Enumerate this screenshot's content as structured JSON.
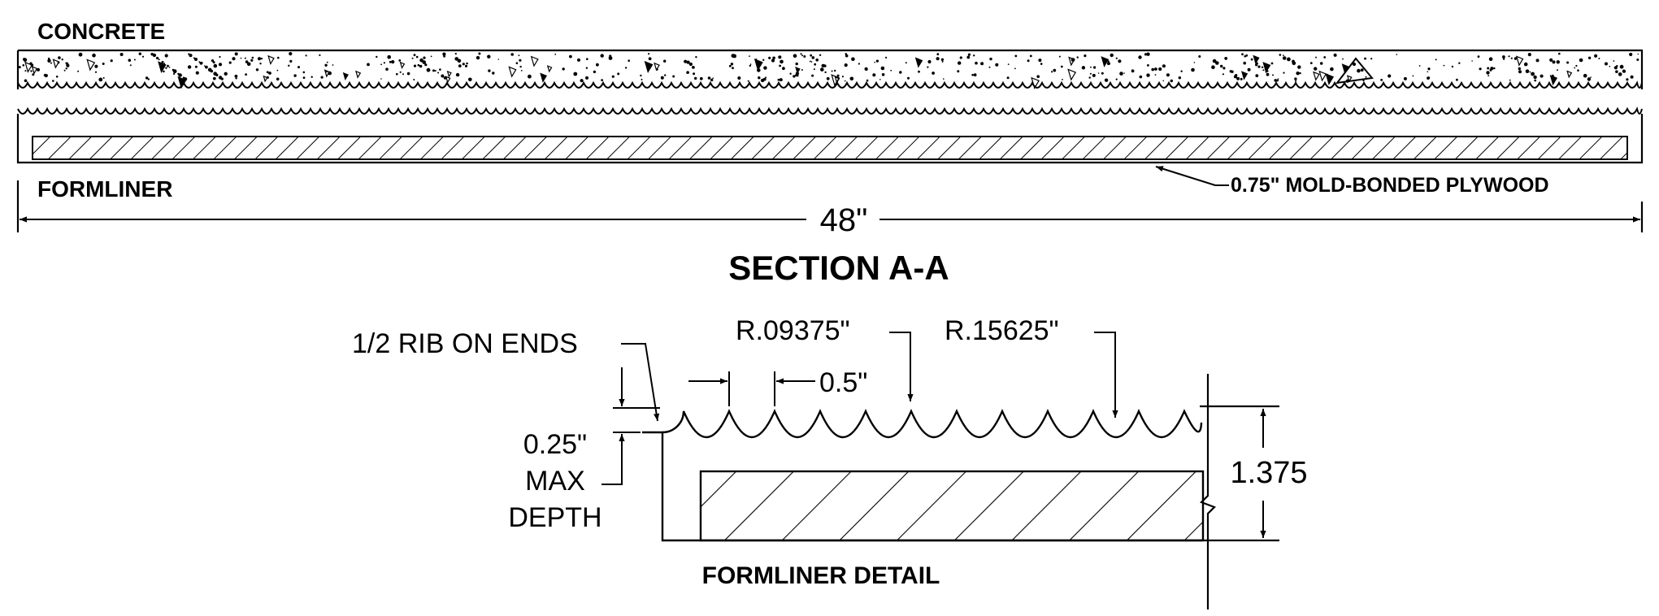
{
  "section": {
    "concrete_label": "CONCRETE",
    "formliner_label": "FORMLINER",
    "plywood_label": "0.75\" MOLD-BONDED PLYWOOD",
    "width_dim": "48\"",
    "title": "SECTION A-A"
  },
  "detail": {
    "half_rib_label": "1/2 RIB ON ENDS",
    "radius_small": "R.09375\"",
    "radius_large": "R.15625\"",
    "spacing_dim": "0.5\"",
    "depth_value": "0.25\"",
    "depth_line1": "MAX",
    "depth_line2": "DEPTH",
    "height_dim": "1.375",
    "title": "FORMLINER DETAIL"
  },
  "colors": {
    "ink": "#000000",
    "paper": "#ffffff"
  }
}
